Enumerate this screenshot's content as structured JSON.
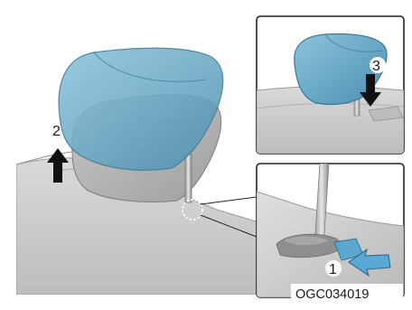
{
  "figure": {
    "code": "OGC034019",
    "steps": {
      "lift": "2",
      "lower": "3",
      "press": "1"
    }
  },
  "colors": {
    "headrest_blue": "#6fb0cd",
    "headrest_blue_dark": "#3f7f9e",
    "seat_gray": "#d4d4d4",
    "seat_gray_dark": "#a9a9a9",
    "arrow_black": "#111111",
    "arrow_blue": "#59a9d4",
    "panel_border": "#222222"
  },
  "icons": {
    "up_arrow": "arrow-up-icon",
    "down_arrow": "arrow-down-icon",
    "push_arrow": "arrow-right-icon"
  }
}
